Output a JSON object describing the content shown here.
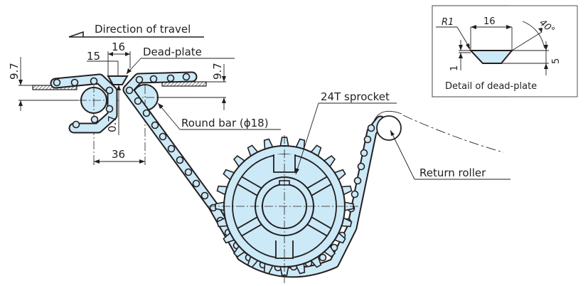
{
  "title": "Dead-plate transfer with 24T sprocket and return roller",
  "colors": {
    "part_fill": "#cce9f7",
    "line": "#231f20",
    "background": "#ffffff"
  },
  "labels": {
    "direction": "Direction of travel",
    "dead_plate": "Dead-plate",
    "round_bar": "Round bar (ϕ18)",
    "sprocket": "24T sprocket",
    "return_roller": "Return roller",
    "detail_caption": "Detail of dead-plate"
  },
  "dimensions": {
    "left_height": "9.7",
    "right_height": "9.7",
    "gap_top": "15",
    "dead_plate_width": "16",
    "gap_vertical": "0.7",
    "bar_spacing": "36"
  },
  "detail": {
    "radius": "R1",
    "width": "16",
    "angle": "40°",
    "height": "5",
    "lip": "1"
  },
  "sprocket": {
    "teeth": 24
  }
}
